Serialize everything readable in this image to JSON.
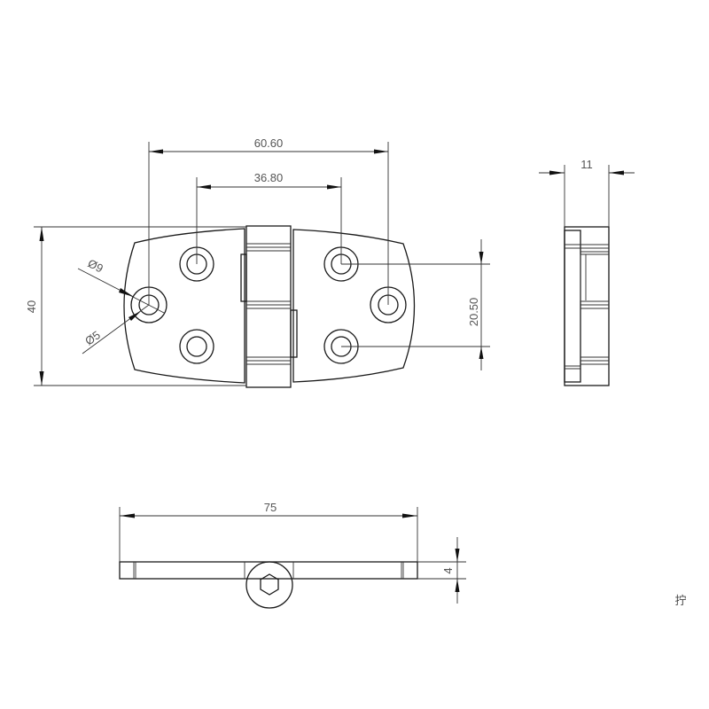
{
  "drawing": {
    "top_view": {
      "dim_hole_span_outer": "60.60",
      "dim_hole_span_inner": "36.80",
      "dim_height": "40",
      "dim_hole_vertical": "20.50",
      "dim_outer_hole_dia": "Ø9",
      "dim_inner_hole_dia": "Ø5"
    },
    "side_view": {
      "dim_thickness": "11"
    },
    "bottom_view": {
      "dim_length": "75",
      "dim_plate_thickness": "4"
    },
    "note": "拧"
  },
  "colors": {
    "line": "#1a1a1a",
    "text": "#555555",
    "background": "#ffffff"
  }
}
